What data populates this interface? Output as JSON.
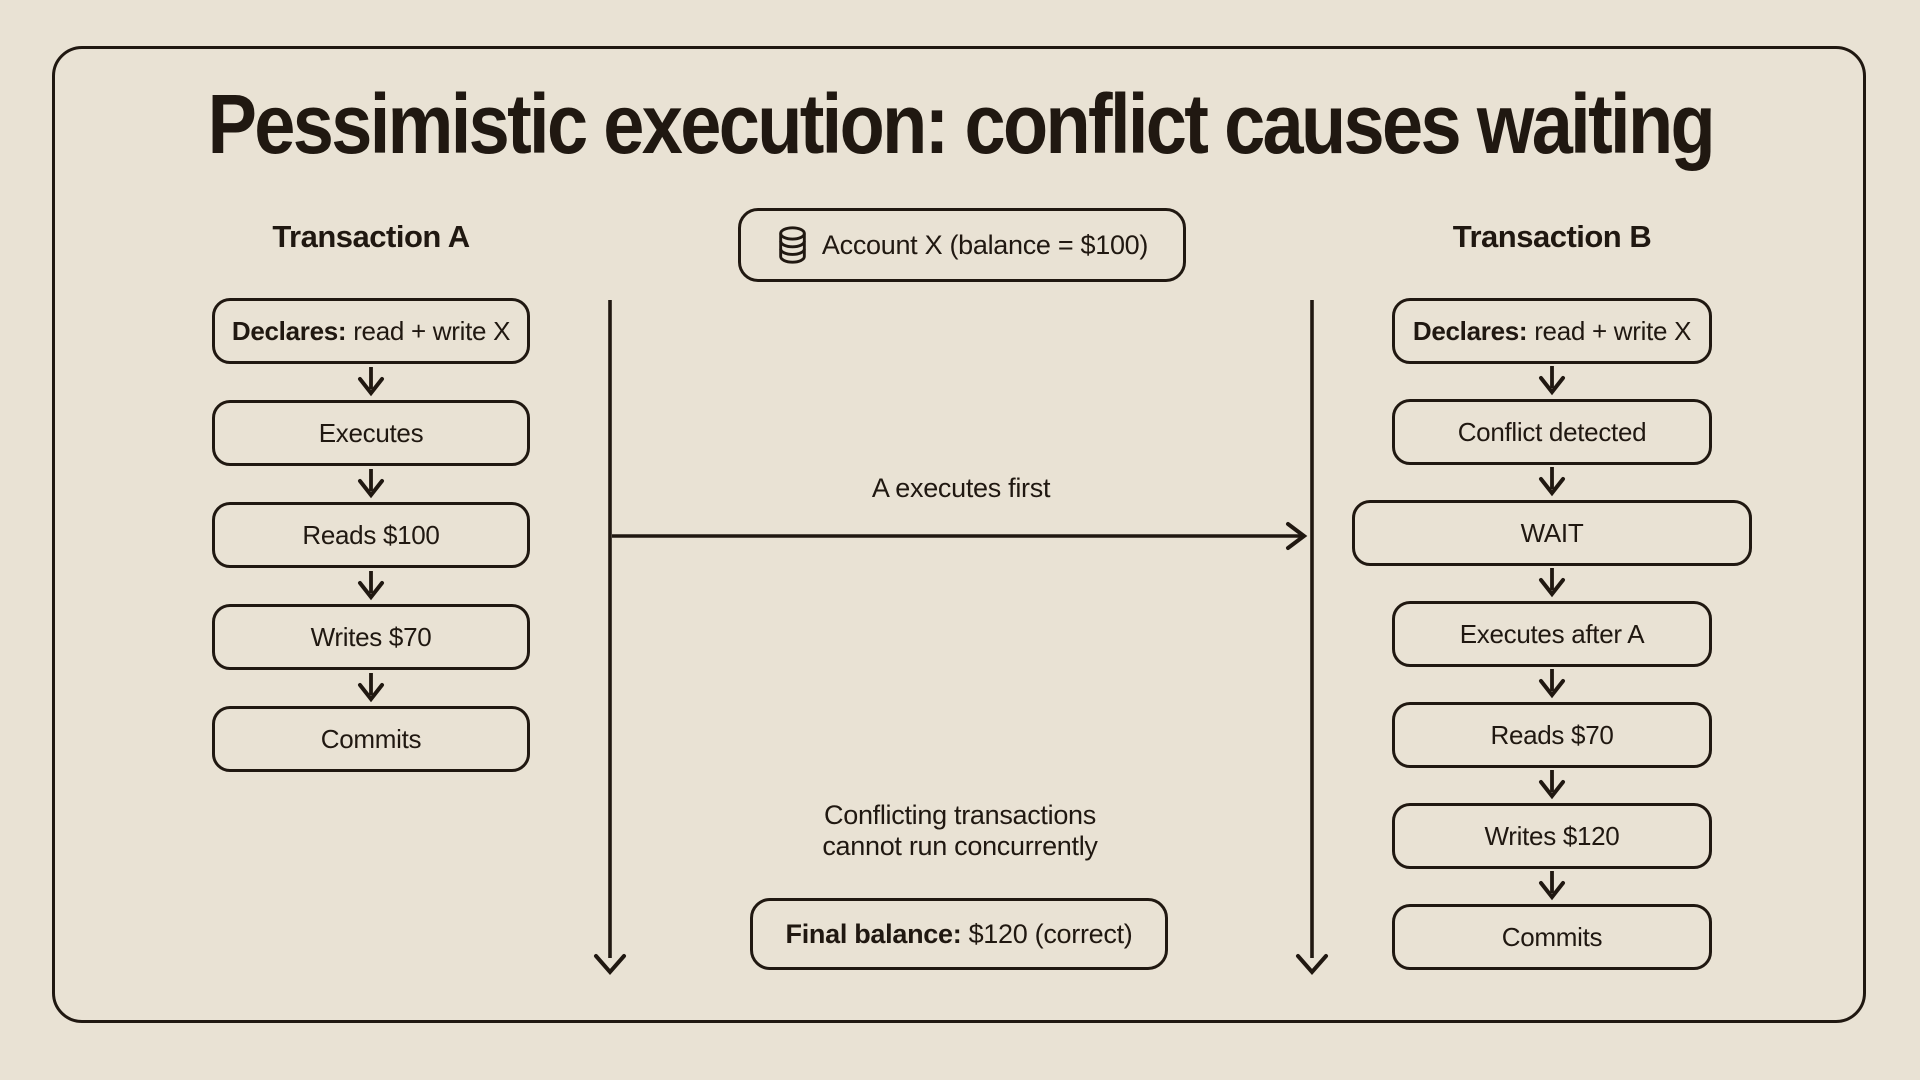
{
  "title": "Pessimistic execution: conflict causes waiting",
  "colors": {
    "background": "#e9e2d4",
    "ink": "#201811"
  },
  "account_box": {
    "icon": "database-icon",
    "label": "Account X (balance = $100)"
  },
  "center": {
    "arrow_label": "A executes first",
    "note_line1": "Conflicting transactions",
    "note_line2": "cannot run concurrently",
    "final_prefix": "Final balance:",
    "final_label": " $120 (correct)"
  },
  "transaction_a": {
    "heading": "Transaction A",
    "steps": [
      {
        "prefix": "Declares:",
        "label": " read + write X"
      },
      {
        "label": "Executes"
      },
      {
        "label": "Reads $100"
      },
      {
        "label": "Writes $70"
      },
      {
        "label": "Commits"
      }
    ]
  },
  "transaction_b": {
    "heading": "Transaction B",
    "steps": [
      {
        "prefix": "Declares:",
        "label": " read + write X"
      },
      {
        "label": "Conflict detected"
      },
      {
        "label": "WAIT"
      },
      {
        "label": "Executes after A"
      },
      {
        "label": "Reads $70"
      },
      {
        "label": "Writes $120"
      },
      {
        "label": "Commits"
      }
    ]
  },
  "icons": [
    "database-icon",
    "arrow-down-icon",
    "timeline-arrow-icon",
    "arrow-right-icon"
  ]
}
